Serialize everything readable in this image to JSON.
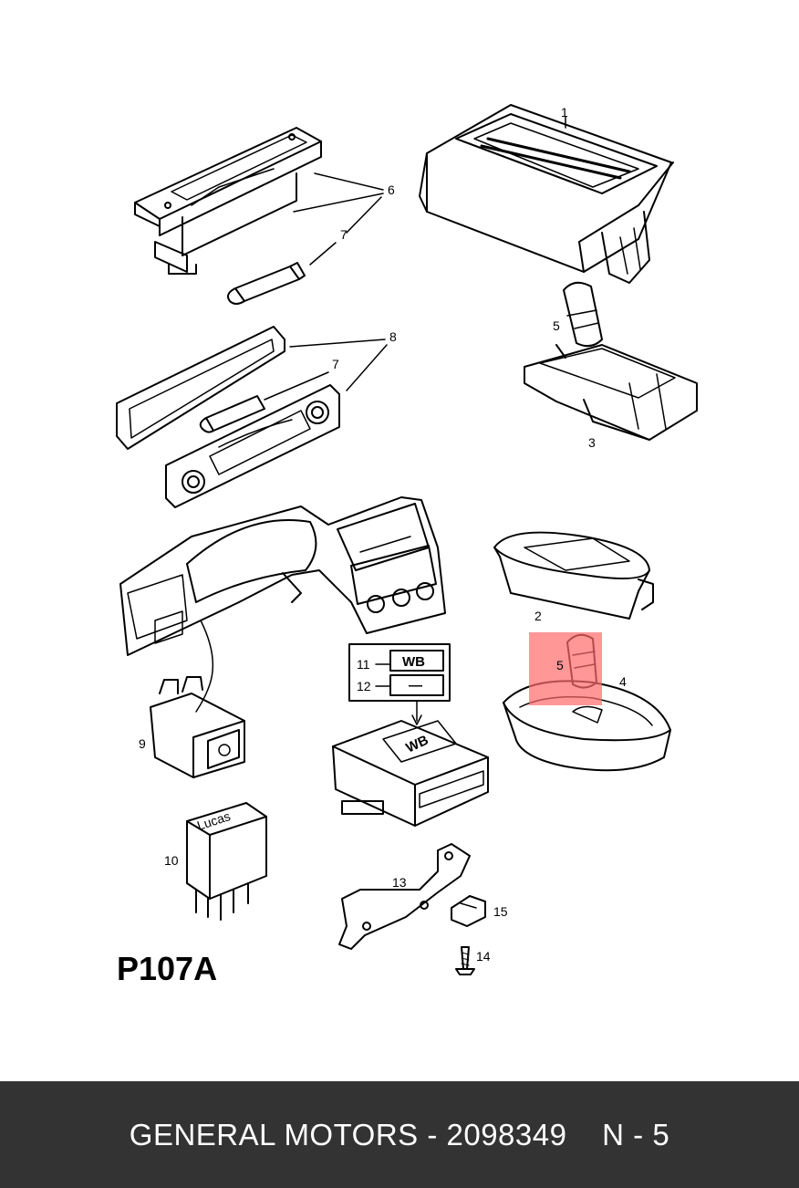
{
  "diagram": {
    "code": "P107A",
    "callouts": {
      "c1": "1",
      "c2": "2",
      "c3": "3",
      "c4": "4",
      "c5a": "5",
      "c5b": "5",
      "c6": "6",
      "c7a": "7",
      "c7b": "7",
      "c8": "8",
      "c9": "9",
      "c10": "10",
      "c11": "11",
      "c12": "12",
      "c13": "13",
      "c14": "14",
      "c15": "15"
    },
    "wb_box": {
      "top": "WB",
      "bottom": "—"
    },
    "module_label": "WB",
    "relay_label": "Lucas",
    "highlight_color": "#ff6b6b"
  },
  "footer": {
    "brand": "GENERAL MOTORS",
    "separator1": " - ",
    "part_number": "2098349",
    "gap": "    ",
    "grade": "N",
    "separator2": " - ",
    "grade_value": "5"
  }
}
